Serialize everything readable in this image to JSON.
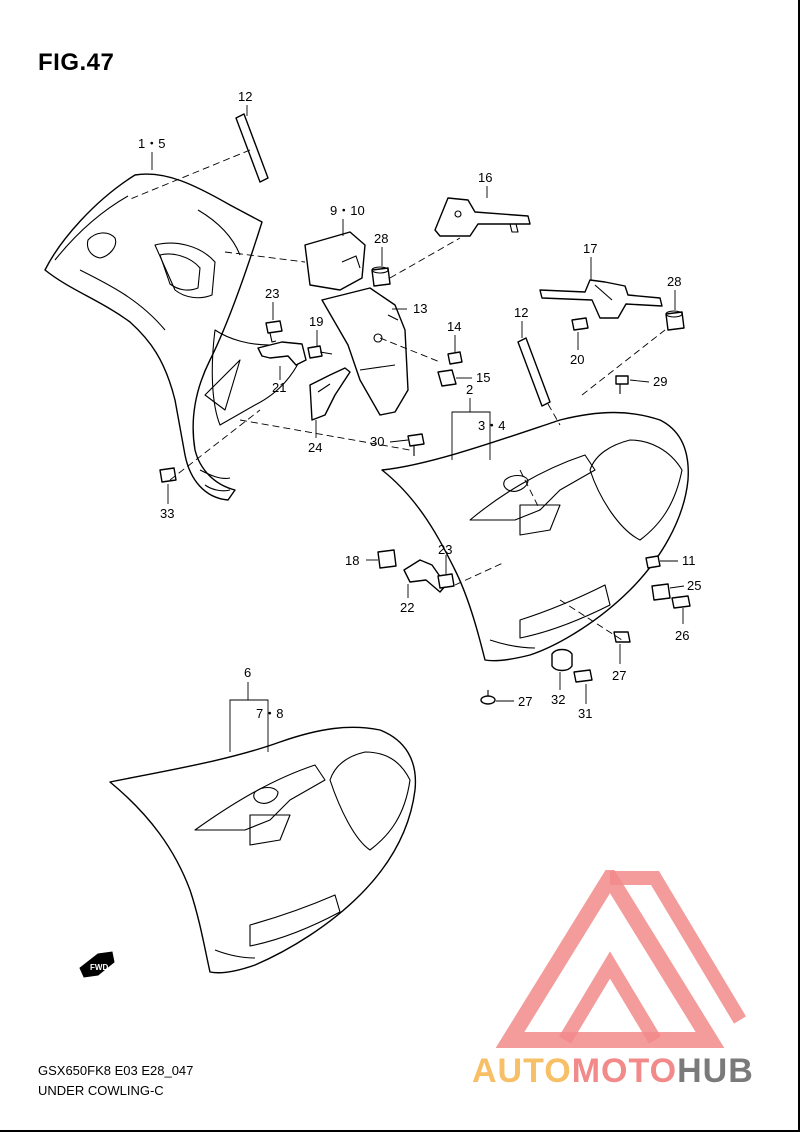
{
  "figure": {
    "title": "FIG.47"
  },
  "footer": {
    "model_code": "GSX650FK8 E03 E28_047",
    "section_name": "UNDER COWLING-C"
  },
  "fwd_label": "FWD",
  "watermark": {
    "text_part1": "AUTO",
    "text_part2": "MOTO",
    "text_part3": "HUB",
    "colors": {
      "triangle": "#f28a8a",
      "auto": "#f7c067",
      "moto": "#f28a8a",
      "hub": "#7a7a7a"
    }
  },
  "callouts": {
    "c12a": "12",
    "c1_5": "1・5",
    "c16": "16",
    "c9_10": "9・10",
    "c28a": "28",
    "c17": "17",
    "c28b": "28",
    "c23a": "23",
    "c19": "19",
    "c13": "13",
    "c14": "14",
    "c12b": "12",
    "c20": "20",
    "c21": "21",
    "c15": "15",
    "c29": "29",
    "c2": "2",
    "c24": "24",
    "c3_4": "3・4",
    "c30": "30",
    "c33": "33",
    "c11": "11",
    "c18": "18",
    "c23b": "23",
    "c25": "25",
    "c22": "22",
    "c26": "26",
    "c27a": "27",
    "c32": "32",
    "c27b": "27",
    "c31": "31",
    "c6": "6",
    "c7_8": "7・8"
  }
}
